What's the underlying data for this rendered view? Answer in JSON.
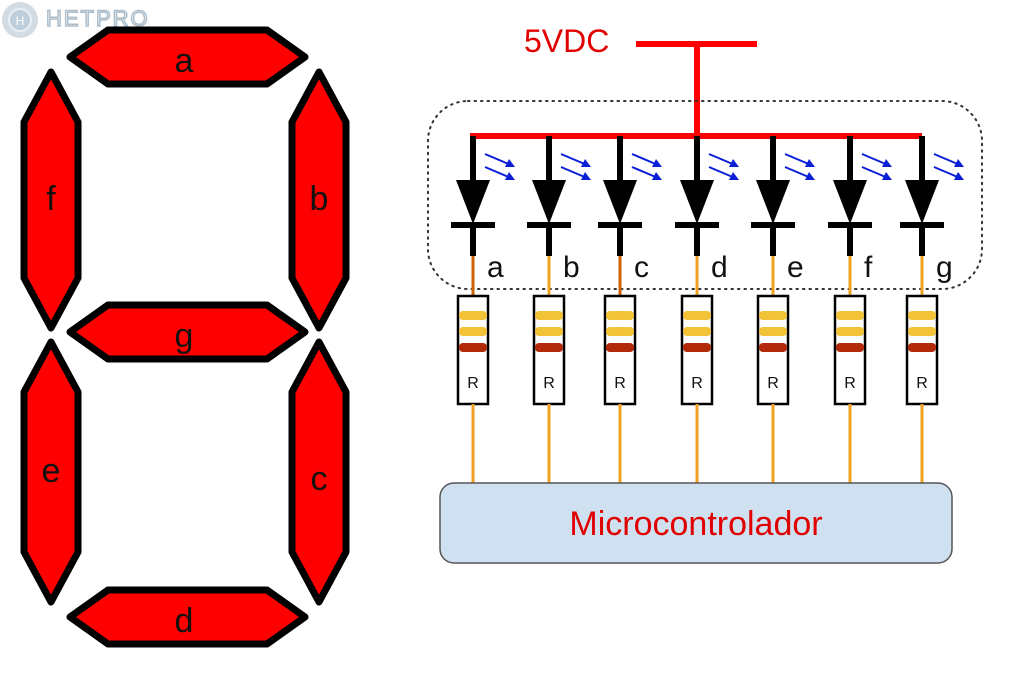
{
  "watermark": {
    "brand": "HETPRO",
    "icon": "gear-h-logo-icon"
  },
  "seven_segment": {
    "segment_fill": "#ff0000",
    "segment_stroke": "#000000",
    "segments": [
      {
        "id": "a",
        "label": "a",
        "orientation": "horizontal",
        "position": "top"
      },
      {
        "id": "b",
        "label": "b",
        "orientation": "vertical",
        "position": "top-right"
      },
      {
        "id": "c",
        "label": "c",
        "orientation": "vertical",
        "position": "bottom-right"
      },
      {
        "id": "d",
        "label": "d",
        "orientation": "horizontal",
        "position": "bottom"
      },
      {
        "id": "e",
        "label": "e",
        "orientation": "vertical",
        "position": "bottom-left"
      },
      {
        "id": "f",
        "label": "f",
        "orientation": "vertical",
        "position": "top-left"
      },
      {
        "id": "g",
        "label": "g",
        "orientation": "horizontal",
        "position": "middle"
      }
    ]
  },
  "circuit": {
    "supply_label": "5VDC",
    "supply_color": "#ff0000",
    "led_arrow_color": "#0a1fd6",
    "wire_color": "#f0a020",
    "channels": [
      {
        "label": "a",
        "resistor_label": "R"
      },
      {
        "label": "b",
        "resistor_label": "R"
      },
      {
        "label": "c",
        "resistor_label": "R"
      },
      {
        "label": "d",
        "resistor_label": "R"
      },
      {
        "label": "e",
        "resistor_label": "R"
      },
      {
        "label": "f",
        "resistor_label": "R"
      },
      {
        "label": "g",
        "resistor_label": "R"
      }
    ],
    "resistor_bands": [
      "#f2c237",
      "#f2c237",
      "#b22a0a"
    ],
    "controller": {
      "label": "Microcontrolador",
      "fill": "#cfe0f1",
      "text_color": "#e00000"
    }
  }
}
